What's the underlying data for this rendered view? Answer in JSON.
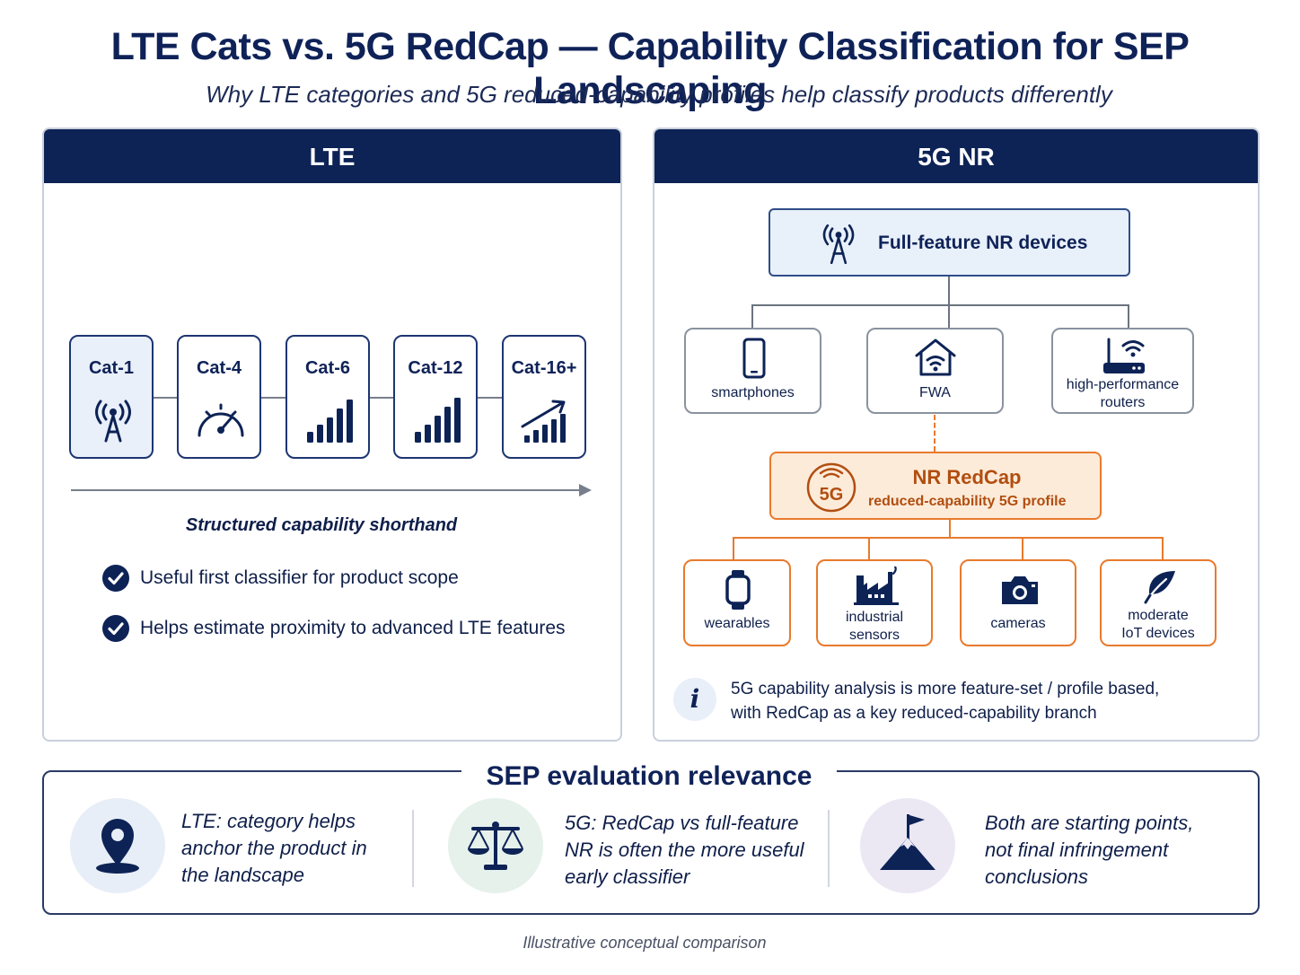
{
  "title": "LTE Cats vs. 5G RedCap — Capability Classification for SEP Landscaping",
  "subtitle": "Why LTE categories and 5G reduced-capability profiles help classify products differently",
  "lte": {
    "header": "LTE",
    "categories": [
      "Cat-1",
      "Cat-4",
      "Cat-6",
      "Cat-12",
      "Cat-16+"
    ],
    "caption": "Structured capability shorthand",
    "bullets": [
      "Useful first classifier for product scope",
      "Helps estimate proximity to advanced LTE features"
    ]
  },
  "nr": {
    "header": "5G NR",
    "top": "Full-feature NR devices",
    "devices": [
      "smartphones",
      "FWA",
      "high-performance",
      "routers"
    ],
    "redcap_title": "NR RedCap",
    "redcap_sub": "reduced-capability 5G profile",
    "redcap_badge": "5G",
    "redcap_devices": [
      "wearables",
      "industrial",
      "sensors",
      "cameras",
      "moderate",
      "IoT devices"
    ],
    "info_icon": "i",
    "info_line1": "5G capability analysis is more feature-set / profile based,",
    "info_line2": "with RedCap as a key reduced-capability branch"
  },
  "sep": {
    "title": "SEP evaluation relevance",
    "items": [
      {
        "line1": "LTE: category helps",
        "line2": "anchor the product in",
        "line3": "the landscape",
        "icon": "location-pin-icon",
        "bg": "#e8eef7"
      },
      {
        "line1": "5G: RedCap vs full-feature",
        "line2": "NR is often the more useful",
        "line3": "early classifier",
        "icon": "scales-icon",
        "bg": "#e6f1ec"
      },
      {
        "line1": "Both are starting points,",
        "line2": "not final infringement",
        "line3": "conclusions",
        "icon": "mountain-flag-icon",
        "bg": "#ebe8f4"
      }
    ]
  },
  "footer": "Illustrative conceptual comparison",
  "colors": {
    "navy": "#0d2356",
    "orange": "#e87a2c",
    "orange_text": "#b14e10",
    "light_blue": "#e8f0fa",
    "light_orange": "#fdebd9"
  }
}
